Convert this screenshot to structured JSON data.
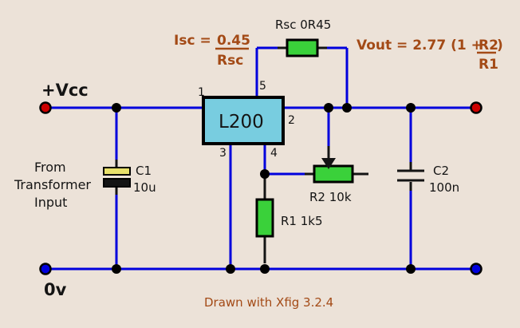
{
  "diagram": {
    "title": "L200 Voltage Regulator Circuit",
    "background_color": "#ece2d8",
    "wire_color": "#0000dd",
    "lead_color": "#141414",
    "resistor_fill": "#3ad13a",
    "chip_fill": "#78cde0",
    "cap_plate_color": "#e8e06a",
    "text_color": "#141414",
    "accent_color": "#a34a16",
    "caption": "Drawn with Xfig 3.2.4"
  },
  "labels": {
    "vcc": "+Vcc",
    "ground": "0v",
    "source_line1": "From",
    "source_line2": "Transformer",
    "source_line3": "Input"
  },
  "chip": {
    "name": "L200",
    "pins": {
      "p1": "1",
      "p2": "2",
      "p3": "3",
      "p4": "4",
      "p5": "5"
    }
  },
  "components": [
    {
      "ref": "Rsc",
      "label": "Rsc 0R45",
      "type": "resistor",
      "value": "0R45",
      "orientation": "horizontal"
    },
    {
      "ref": "C1",
      "label_ref": "C1",
      "label_value": "10u",
      "type": "capacitor-polarized",
      "value": "10u",
      "orientation": "vertical"
    },
    {
      "ref": "C2",
      "label_ref": "C2",
      "label_value": "100n",
      "type": "capacitor",
      "value": "100n",
      "orientation": "vertical"
    },
    {
      "ref": "R1",
      "label": "R1 1k5",
      "type": "resistor",
      "value": "1k5",
      "orientation": "vertical"
    },
    {
      "ref": "R2",
      "label": "R2 10k",
      "type": "potentiometer",
      "value": "10k",
      "orientation": "horizontal"
    }
  ],
  "formulas": {
    "isc": {
      "lhs": "Isc = ",
      "numerator": "0.45",
      "denominator": "Rsc"
    },
    "vout": {
      "main": "Vout = 2.77 (1 + ",
      "numerator": "R2",
      "close": ")",
      "denominator": "R1"
    }
  },
  "terminals": {
    "vcc_in_color": "#cc0000",
    "vout_color": "#cc0000",
    "gnd_color": "#0000dd"
  }
}
